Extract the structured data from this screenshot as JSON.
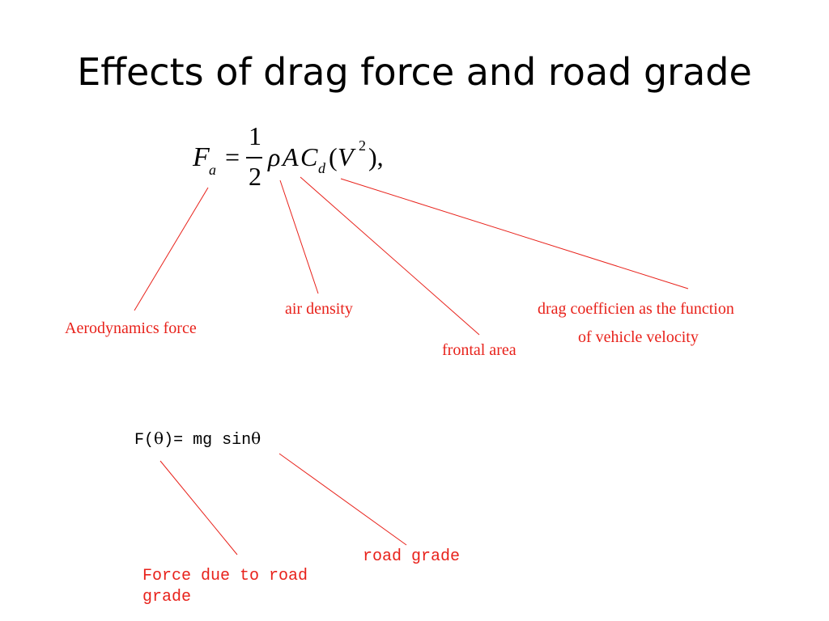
{
  "title": "Effects of drag force and road grade",
  "colors": {
    "annotation": "#e8221b",
    "text": "#000000",
    "background": "#ffffff"
  },
  "formula1": {
    "F": "F",
    "sub_a": "a",
    "equals": "=",
    "numerator": "1",
    "denominator": "2",
    "rho": "ρ",
    "A": "A",
    "C": "C",
    "sub_d": "d",
    "lparen": "(",
    "V": "V",
    "sup_2": "2",
    "rparen_comma": "),"
  },
  "formula2": {
    "left": "F(",
    "theta1": "θ",
    "mid": ")= mg sin",
    "theta2": "θ"
  },
  "labels": {
    "aero_force": "Aerodynamics force",
    "air_density": "air density",
    "frontal_area": "frontal area",
    "drag_coeff_line1": "drag coefficien as the function",
    "drag_coeff_line2": "of vehicle velocity",
    "road_grade": "road grade",
    "force_road_grade_line1": "Force due to road",
    "force_road_grade_line2": "grade"
  }
}
